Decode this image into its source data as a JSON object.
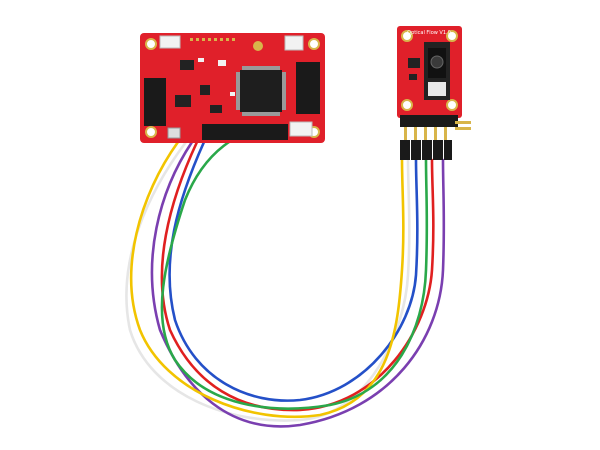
{
  "board_silkscreen": {
    "sensor_title": "Optical Flow V1.0"
  },
  "colors": {
    "background": "#ffffff",
    "pcb_red": "#e0202a",
    "pcb_dark_red": "#b8141c",
    "wire_yellow": "#f2c400",
    "wire_green": "#2aa84a",
    "wire_blue": "#2450c8",
    "wire_red": "#e02020",
    "wire_purple": "#7a3fb0",
    "wire_white": "#ededed",
    "header_black": "#1a1a1a",
    "pin_gold": "#d8b54a"
  },
  "icons": [
    "pcb-flight-controller",
    "pcb-optical-flow-sensor",
    "jumper-wire",
    "pin-header",
    "microcontroller-chip",
    "camera-lens"
  ]
}
